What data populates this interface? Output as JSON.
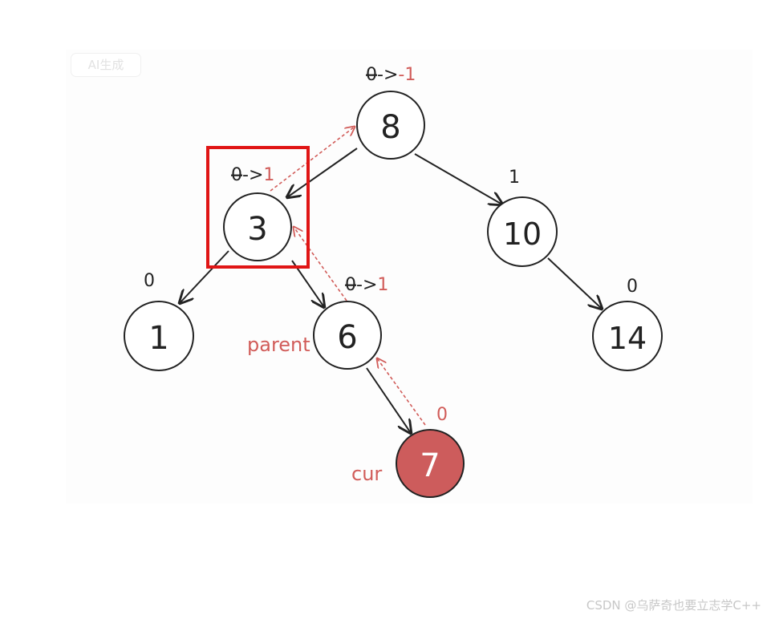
{
  "badge": {
    "text": "AI生成"
  },
  "watermark": "CSDN @乌萨奇也要立志学C++",
  "colors": {
    "accent": "#d15c59",
    "cur_fill": "#cd5c5c",
    "highlight_box": "#e01515",
    "stroke": "#222222"
  },
  "nodes": [
    {
      "id": "n8",
      "value": "8",
      "bf_old": "0",
      "bf_arrow": "->",
      "bf_new": "-1"
    },
    {
      "id": "n3",
      "value": "3",
      "bf_old": "0",
      "bf_arrow": "->",
      "bf_new": "1"
    },
    {
      "id": "n10",
      "value": "10",
      "bf": "1"
    },
    {
      "id": "n1",
      "value": "1",
      "bf": "0"
    },
    {
      "id": "n6",
      "value": "6",
      "bf_old": "0",
      "bf_arrow": "->",
      "bf_new": "1"
    },
    {
      "id": "n14",
      "value": "14",
      "bf": "0"
    },
    {
      "id": "n7",
      "value": "7",
      "bf": "0"
    }
  ],
  "labels": {
    "parent": "parent",
    "cur": "cur"
  }
}
